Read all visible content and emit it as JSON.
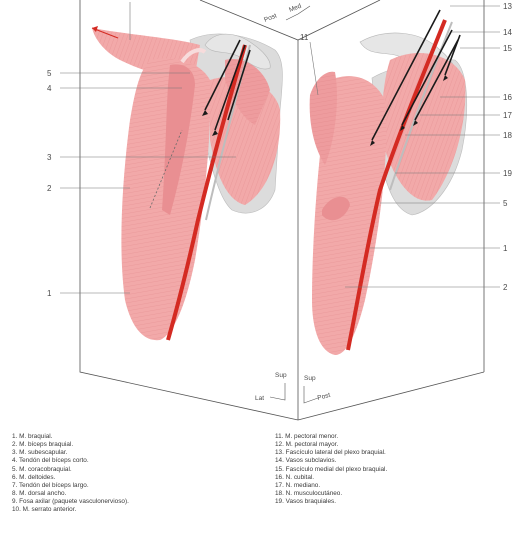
{
  "callouts": {
    "c1": "1",
    "c2": "2",
    "c3": "3",
    "c4": "4",
    "c5": "5",
    "c11": "11",
    "c13": "13",
    "c14": "14",
    "c15": "15",
    "c16": "16",
    "c17": "17",
    "c18": "18",
    "c19": "19",
    "c5r": "5",
    "c1r": "1",
    "c2r": "2"
  },
  "orientation": {
    "top_post": "Post",
    "top_med": "Med",
    "left_sup": "Sup",
    "left_lat": "Lat",
    "right_sup": "Sup",
    "right_post": "Post"
  },
  "legend": {
    "left": [
      "1.  M. braquial.",
      "2.  M. bíceps braquial.",
      "3.  M. subescapular.",
      "4.  Tendón del bíceps corto.",
      "5.  M. coracobraquial.",
      "6.  M. deltoides.",
      "7.  Tendón del bíceps largo.",
      "8.  M. dorsal ancho.",
      "9.  Fosa axilar (paquete vasculonervioso).",
      "10. M. serrato anterior."
    ],
    "right": [
      "11. M. pectoral menor.",
      "12. M. pectoral mayor.",
      "13. Fascículo lateral del plexo braquial.",
      "14. Vasos subclavios.",
      "15. Fascículo medial del plexo braquial.",
      "16. N. cubital.",
      "17. N. mediano.",
      "18. N. musculocutáneo.",
      "19. Vasos braquiales."
    ]
  },
  "colors": {
    "muscle": "#f2a9a9",
    "muscle_dark": "#e07f82",
    "artery": "#d42a22",
    "bone": "#d9d9d9",
    "nerve": "#1a1a1a",
    "box_line": "#555555"
  }
}
